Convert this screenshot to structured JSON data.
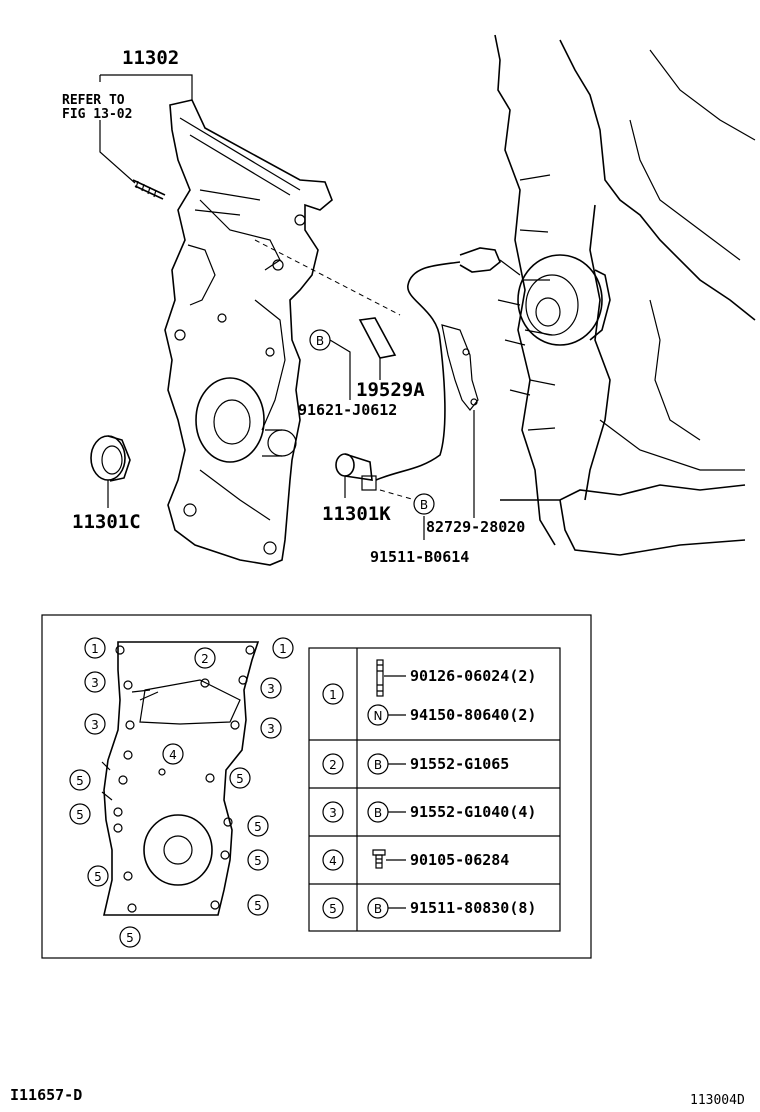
{
  "callouts": {
    "cover_part": "11302",
    "refer_line1": "REFER TO",
    "refer_line2": "FIG 13-02",
    "seal_part": "11301C",
    "sensor_part": "11301K",
    "bracket_bolt": "91621-J0612",
    "bracket_part": "19529A",
    "sensor_bracket_part": "82729-28020",
    "sensor_bolt": "91511-B0614",
    "b_mark": "B"
  },
  "detail": {
    "cover_markers": [
      "1",
      "1",
      "2",
      "3",
      "3",
      "3",
      "3",
      "4",
      "5",
      "5",
      "5",
      "5",
      "5",
      "5",
      "5",
      "5"
    ],
    "table_rows": [
      {
        "key": "1",
        "items": [
          {
            "badge": "",
            "part": "90126-06024(2)",
            "icon": "stud-icon"
          },
          {
            "badge": "N",
            "part": "94150-80640(2)",
            "icon": "nut-icon"
          }
        ]
      },
      {
        "key": "2",
        "items": [
          {
            "badge": "B",
            "part": "91552-G1065",
            "icon": "bolt-icon"
          }
        ]
      },
      {
        "key": "3",
        "items": [
          {
            "badge": "B",
            "part": "91552-G1040(4)",
            "icon": "bolt-icon"
          }
        ]
      },
      {
        "key": "4",
        "items": [
          {
            "badge": "",
            "part": "90105-06284",
            "icon": "bolt-icon"
          }
        ]
      },
      {
        "key": "5",
        "items": [
          {
            "badge": "B",
            "part": "91511-80830(8)",
            "icon": "bolt-icon"
          }
        ]
      }
    ]
  },
  "footer": {
    "left_code": "I11657-D",
    "right_code": "113004D"
  }
}
